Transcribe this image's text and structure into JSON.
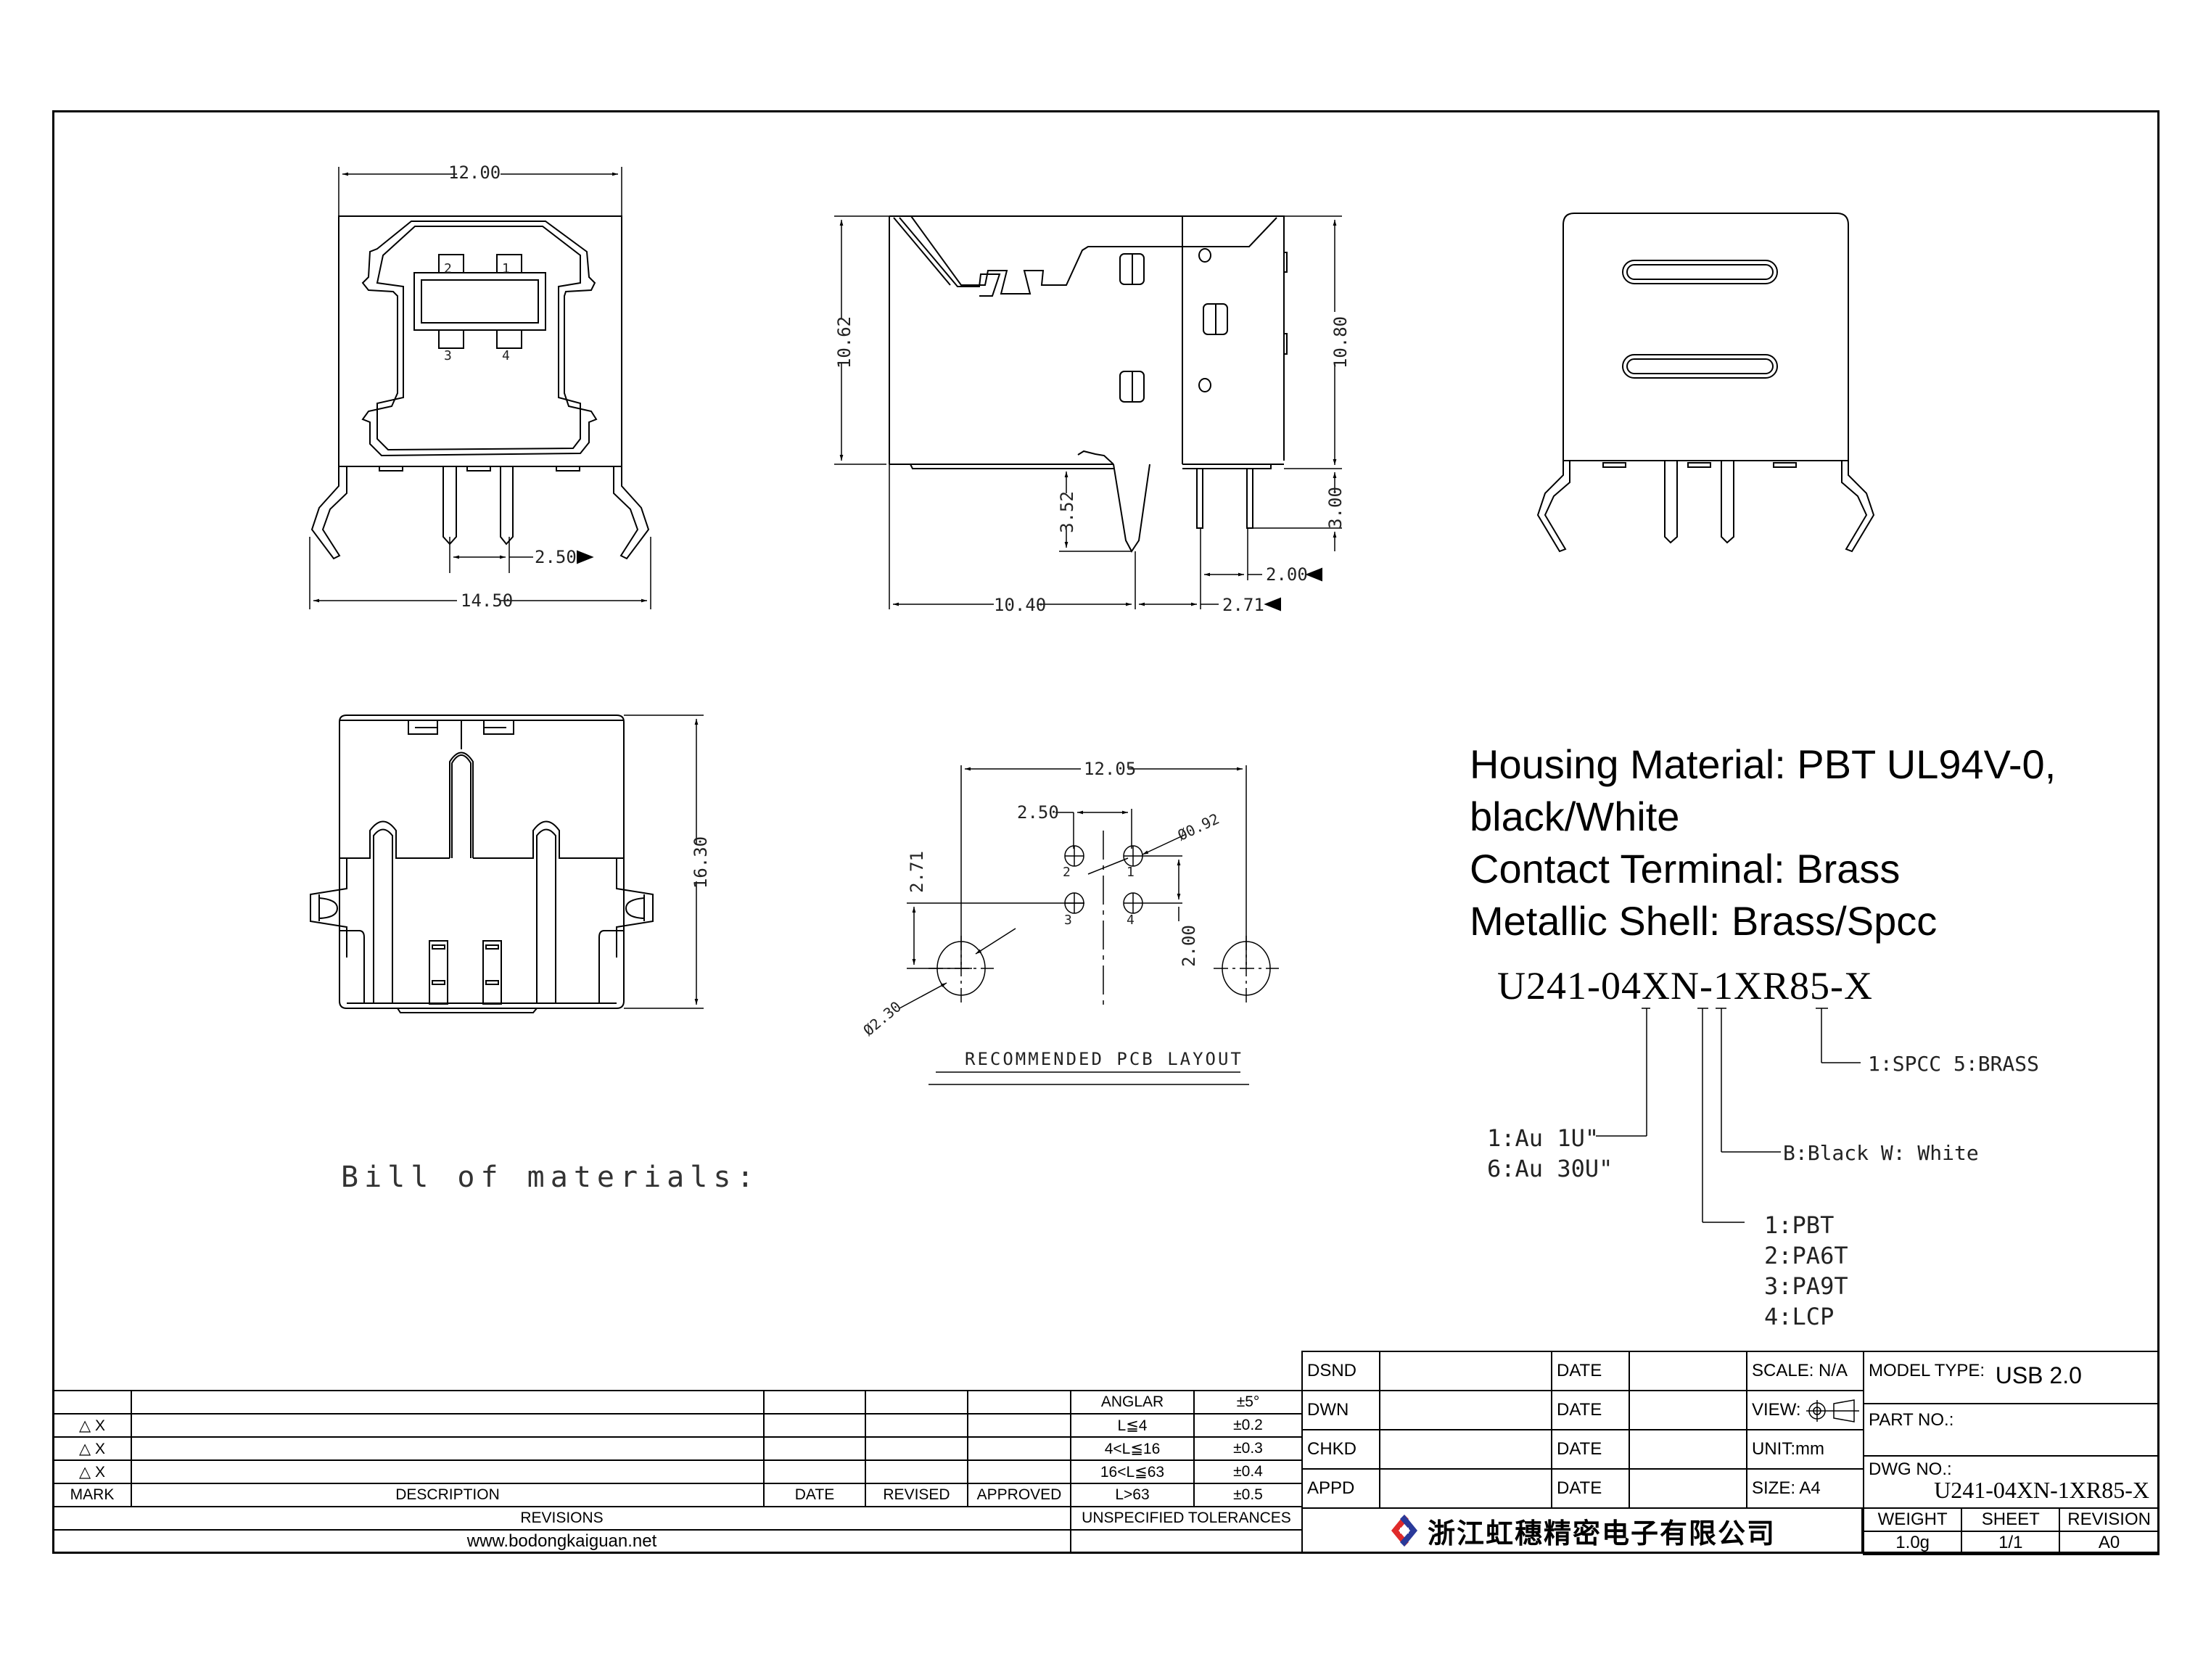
{
  "drawing": {
    "front_view": {
      "dims": {
        "top_width": "12.00",
        "pin_pitch": "2.50",
        "overall_width": "14.50"
      },
      "pin_labels": [
        "2",
        "1",
        "3",
        "4"
      ]
    },
    "side_view": {
      "dims": {
        "body_height": "10.62",
        "total_height": "10.80",
        "peg_length": "3.52",
        "pin_length": "3.00",
        "pin_spacing": "2.00",
        "peg_offset": "10.40",
        "peg_to_pin": "2.71"
      }
    },
    "bottom_view": {
      "dims": {
        "length": "16.30"
      }
    },
    "pcb_layout": {
      "title": "RECOMMENDED PCB LAYOUT",
      "dims": {
        "span": "12.05",
        "pitch": "2.50",
        "pin_hole": "Ø0.92",
        "row_offset": "2.71",
        "row_spacing": "2.00",
        "peg_hole": "Ø2.30"
      },
      "pin_labels": [
        "2",
        "1",
        "3",
        "4"
      ]
    },
    "bom_label": "Bill of materials:"
  },
  "specs": {
    "lines": [
      "Housing Material: PBT UL94V-0,",
      "black/White",
      "Contact Terminal: Brass",
      "Metallic Shell: Brass/Spcc"
    ]
  },
  "part_number": {
    "code": "U241-04XN-1XR85-X",
    "options": {
      "shell": "1:SPCC   5:BRASS",
      "color": "B:Black   W: White",
      "plating": [
        "1:Au  1U\"",
        "6:Au  30U\""
      ],
      "housing": [
        "1:PBT",
        "2:PA6T",
        "3:PA9T",
        "4:LCP"
      ]
    }
  },
  "revisions_table": {
    "rows": [
      {
        "mark": "",
        "desc": "",
        "date": "",
        "revised": "",
        "approved": "",
        "tol_label": "ANGLAR",
        "tol_value": "±5°"
      },
      {
        "mark": "△ X",
        "desc": "",
        "date": "",
        "revised": "",
        "approved": "",
        "tol_label": "L≦4",
        "tol_value": "±0.2"
      },
      {
        "mark": "△ X",
        "desc": "",
        "date": "",
        "revised": "",
        "approved": "",
        "tol_label": "4<L≦16",
        "tol_value": "±0.3"
      },
      {
        "mark": "△ X",
        "desc": "",
        "date": "",
        "revised": "",
        "approved": "",
        "tol_label": "16<L≦63",
        "tol_value": "±0.4"
      }
    ],
    "header": {
      "mark": "MARK",
      "desc": "DESCRIPTION",
      "date": "DATE",
      "revised": "REVISED",
      "approved": "APPROVED",
      "tol_label": "L>63",
      "tol_value": "±0.5"
    },
    "footer_left": "REVISIONS",
    "footer_right": "UNSPECIFIED TOLERANCES",
    "website": "www.bodongkaiguan.net"
  },
  "title_block": {
    "rows": [
      {
        "role": "DSND",
        "name": "",
        "date_label": "DATE",
        "date": "",
        "info": "SCALE: N/A"
      },
      {
        "role": "DWN",
        "name": "",
        "date_label": "DATE",
        "date": "",
        "info": "VIEW:"
      },
      {
        "role": "CHKD",
        "name": "",
        "date_label": "DATE",
        "date": "",
        "info": "UNIT:mm"
      },
      {
        "role": "APPD",
        "name": "",
        "date_label": "DATE",
        "date": "",
        "info": "SIZE: A4"
      }
    ],
    "company": "浙江虹穗精密电子有限公司",
    "model_type_label": "MODEL TYPE:",
    "model_type": "USB 2.0",
    "part_no_label": "PART NO.:",
    "part_no": "",
    "dwg_no_label": "DWG NO.:",
    "dwg_no": "U241-04XN-1XR85-X",
    "weight_label": "WEIGHT",
    "weight": "1.0g",
    "sheet_label": "SHEET",
    "sheet": "1/1",
    "revision_label": "REVISION",
    "revision": "A0",
    "logo_colors": {
      "red": "#e02a2a",
      "blue": "#2a3a9a"
    }
  }
}
